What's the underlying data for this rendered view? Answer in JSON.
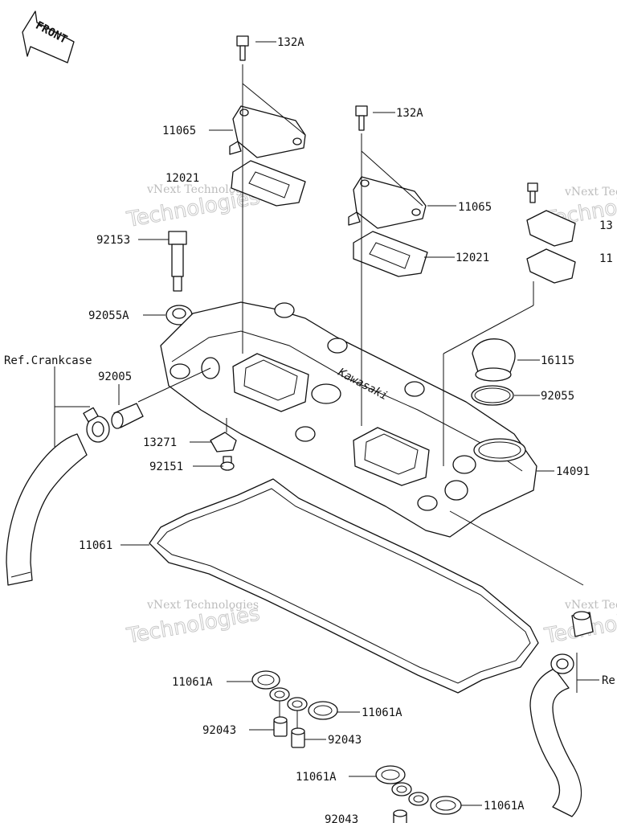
{
  "front_badge": "FRONT",
  "cover_logo": "Kawasaki",
  "labels": {
    "l_132a_1": "132A",
    "l_132a_2": "132A",
    "l_11065_1": "11065",
    "l_11065_2": "11065",
    "l_12021_1": "12021",
    "l_12021_2": "12021",
    "l_92153": "92153",
    "l_92055a": "92055A",
    "l_ref_crankcase": "Ref.Crankcase",
    "l_92005": "92005",
    "l_13271": "13271",
    "l_92151": "92151",
    "l_11061": "11061",
    "l_16115": "16115",
    "l_92055": "92055",
    "l_14091": "14091",
    "l_11061a_1": "11061A",
    "l_11061a_2": "11061A",
    "l_11061a_3": "11061A",
    "l_11061a_4": "11061A",
    "l_92043_1": "92043",
    "l_92043_2": "92043",
    "l_92043_3": "92043",
    "l_13_cut": "13",
    "l_11_cut": "11",
    "l_re_cut": "Re"
  },
  "watermark": {
    "line1": "vNext Technologies",
    "line2": "Technologies"
  }
}
